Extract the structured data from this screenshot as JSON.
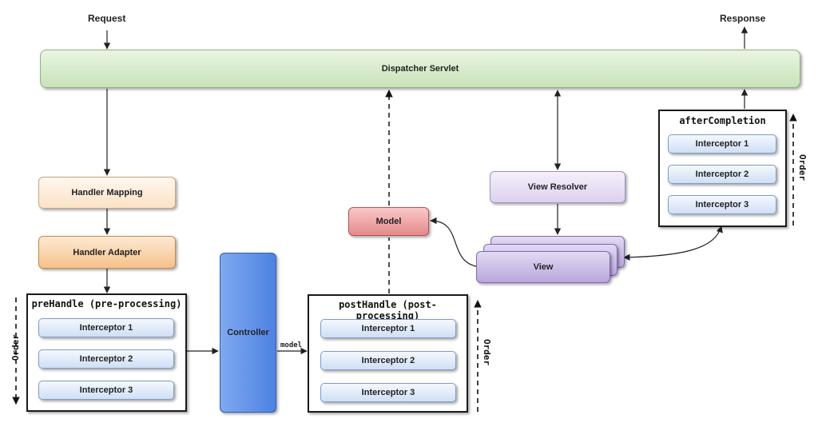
{
  "labels": {
    "request": "Request",
    "response": "Response",
    "dispatcher": "Dispatcher Servlet",
    "handler_mapping": "Handler Mapping",
    "handler_adapter": "Handler Adapter",
    "controller": "Controller",
    "model_edge": "model",
    "model": "Model",
    "view_resolver": "View Resolver",
    "view": "View",
    "order": "Order"
  },
  "prehandle": {
    "title": "preHandle (pre-processing)",
    "items": [
      "Interceptor 1",
      "Interceptor 2",
      "Interceptor 3"
    ]
  },
  "posthandle": {
    "title": "postHandle (post-processing)",
    "items": [
      "Interceptor 1",
      "Interceptor 2",
      "Interceptor 3"
    ]
  },
  "aftercompletion": {
    "title": "afterCompletion",
    "items": [
      "Interceptor 1",
      "Interceptor 2",
      "Interceptor 3"
    ]
  },
  "colors": {
    "dispatcher": "#c8e3b8",
    "handler_mapping": "#fbe2c6",
    "handler_adapter": "#f6c18a",
    "controller": "#4d82e3",
    "model": "#e58a8a",
    "view_resolver": "#dcd1ee",
    "view": "#b8a6dc",
    "interceptor": "#cfdff5"
  }
}
